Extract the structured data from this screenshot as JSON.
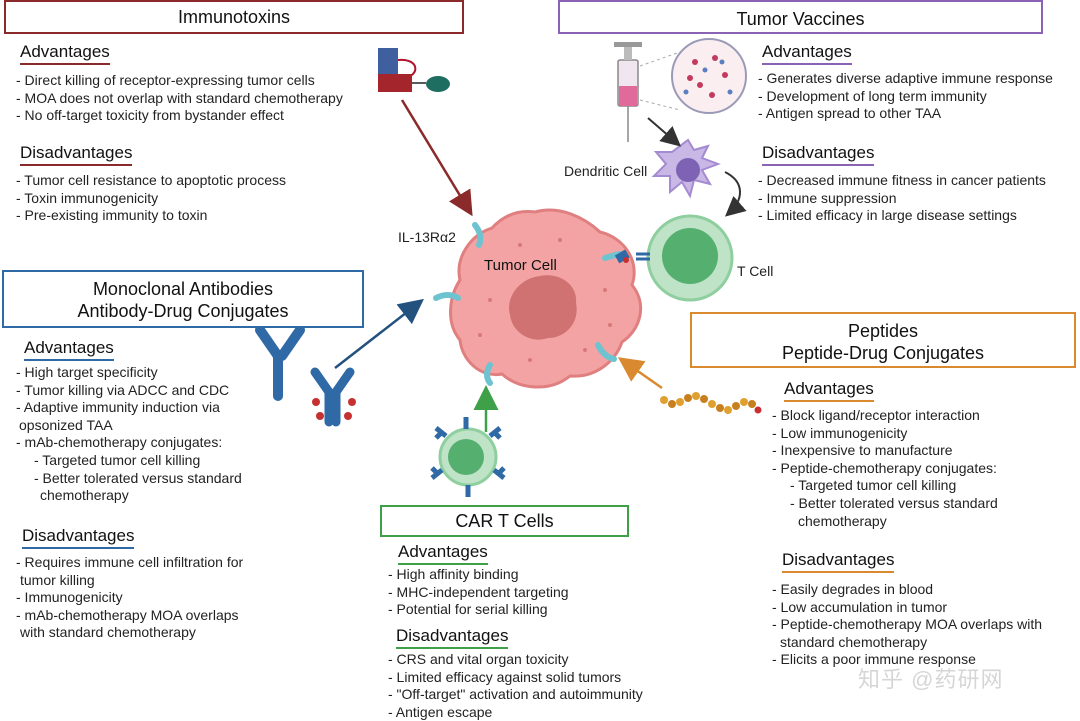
{
  "colors": {
    "immunotoxins": "#8b2a2a",
    "vaccines": "#8a63b5",
    "antibodies": "#2f6aa6",
    "peptides": "#d9892e",
    "car_t": "#3ea14a",
    "tumor": "#ee8f8f",
    "nucleus": "#cf6a6a",
    "tcell": "#8fcf9f"
  },
  "center": {
    "tumor_label": "Tumor Cell",
    "receptor_label": "IL-13Rα2",
    "dendritic_label": "Dendritic Cell",
    "tcell_label": "T Cell"
  },
  "immunotoxins": {
    "title": "Immunotoxins",
    "adv_heading": "Advantages",
    "advantages": [
      "- Direct killing of receptor-expressing tumor cells",
      "- MOA does not overlap with standard chemotherapy",
      "- No off-target toxicity from bystander effect"
    ],
    "dis_heading": "Disadvantages",
    "disadvantages": [
      "- Tumor cell resistance to apoptotic process",
      "- Toxin immunogenicity",
      "- Pre-existing immunity to toxin"
    ]
  },
  "vaccines": {
    "title": "Tumor Vaccines",
    "adv_heading": "Advantages",
    "advantages": [
      "- Generates diverse adaptive immune response",
      "- Development of long term immunity",
      "- Antigen spread to other TAA"
    ],
    "dis_heading": "Disadvantages",
    "disadvantages": [
      "- Decreased immune fitness in cancer patients",
      "- Immune suppression",
      "- Limited efficacy in large disease settings"
    ]
  },
  "antibodies": {
    "title_line1": "Monoclonal Antibodies",
    "title_line2": "Antibody-Drug Conjugates",
    "adv_heading": "Advantages",
    "advantages": [
      "- High target specificity",
      "- Tumor killing via ADCC and CDC",
      "- Adaptive immunity induction via",
      "opsonized TAA",
      "- mAb-chemotherapy conjugates:",
      "- Targeted tumor cell killing",
      "- Better tolerated versus standard",
      "chemotherapy"
    ],
    "dis_heading": "Disadvantages",
    "disadvantages": [
      "- Requires immune cell infiltration for",
      "tumor killing",
      "- Immunogenicity",
      "- mAb-chemotherapy MOA overlaps",
      "with standard chemotherapy"
    ]
  },
  "peptides": {
    "title_line1": "Peptides",
    "title_line2": "Peptide-Drug Conjugates",
    "adv_heading": "Advantages",
    "advantages": [
      "- Block ligand/receptor interaction",
      "- Low immunogenicity",
      "- Inexpensive to manufacture",
      "- Peptide-chemotherapy conjugates:",
      "- Targeted tumor cell killing",
      "- Better tolerated versus standard",
      "chemotherapy"
    ],
    "dis_heading": "Disadvantages",
    "disadvantages": [
      "- Easily degrades in blood",
      "- Low accumulation in tumor",
      "- Peptide-chemotherapy MOA overlaps with",
      "standard chemotherapy",
      "- Elicits a poor immune response"
    ]
  },
  "car_t": {
    "title": "CAR T Cells",
    "adv_heading": "Advantages",
    "advantages": [
      "- High affinity binding",
      "- MHC-independent targeting",
      "- Potential for serial killing"
    ],
    "dis_heading": "Disadvantages",
    "disadvantages": [
      "- CRS and vital organ toxicity",
      "- Limited efficacy against solid tumors",
      "- \"Off-target\" activation and autoimmunity",
      "- Antigen escape"
    ]
  },
  "watermark": "知乎 @药研网"
}
